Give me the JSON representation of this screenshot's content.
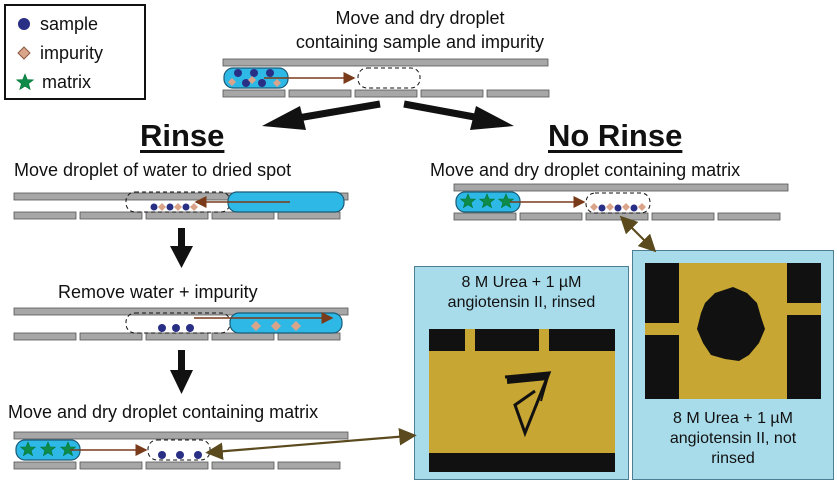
{
  "legend": {
    "sample": "sample",
    "impurity": "impurity",
    "matrix": "matrix"
  },
  "top_caption": [
    "Move and dry droplet",
    "containing sample and impurity"
  ],
  "rinse": {
    "heading": "Rinse",
    "step1": "Move droplet of water to dried spot",
    "step2": "Remove water + impurity",
    "step3": "Move and dry droplet containing matrix"
  },
  "no_rinse": {
    "heading": "No Rinse",
    "step1": "Move and dry droplet containing matrix"
  },
  "photo_rinsed": {
    "caption_line1": "8 M Urea + 1 µM",
    "caption_line2": "angiotensin II, rinsed"
  },
  "photo_not_rinsed": {
    "caption_line1": "8 M Urea + 1 µM",
    "caption_line2": "angiotensin II, not",
    "caption_line3": "rinsed"
  },
  "colors": {
    "droplet": "#2eb8e6",
    "sample_dot": "#2a2f86",
    "impurity": "#d9a48a",
    "matrix_star": "#0e8a4a",
    "plate": "#a7a7a7",
    "photo_bg": "#a9dcea",
    "gold": "#c8a633",
    "arrow_brown": "#7a3b1a"
  }
}
